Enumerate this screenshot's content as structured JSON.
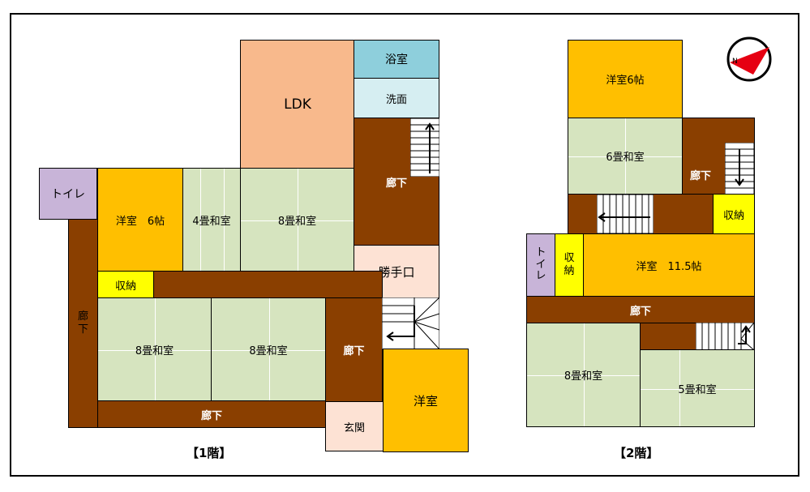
{
  "floor1": {
    "label": "【1階】",
    "ldk": "LDK",
    "bath": "浴室",
    "washroom": "洗面",
    "toilet": "トイレ",
    "western6": "洋室　6帖",
    "washitsu4": "4畳和室",
    "washitsu8_top": "8畳和室",
    "corridor_right": "廊下",
    "kitchen_door": "勝手口",
    "storage": "収納",
    "corridor_left": "廊\n下",
    "washitsu8_left": "8畳和室",
    "washitsu8_mid": "8畳和室",
    "corridor_center": "廊下",
    "corridor_bottom": "廊下",
    "entrance": "玄関",
    "western": "洋室"
  },
  "floor2": {
    "label": "【2階】",
    "western6": "洋室6帖",
    "washitsu6": "6畳和室",
    "corridor_top": "廊下",
    "storage_right": "収納",
    "toilet": "ト\nイ\nレ",
    "storage_left": "収\n納",
    "western115": "洋室　11.5帖",
    "corridor_mid": "廊下",
    "washitsu8": "8畳和室",
    "washitsu5": "5畳和室"
  },
  "compass": {
    "letter": "N"
  },
  "colors": {
    "corridor": "#8a3f00",
    "tatami": "#d6e4bf",
    "western": "#ffbf00",
    "ldk": "#f8b98c",
    "bath": "#8ecfdc",
    "washroom": "#d6eef2",
    "toilet": "#c8b4d8",
    "storage": "#ffff00",
    "entrance": "#fde2d4"
  }
}
